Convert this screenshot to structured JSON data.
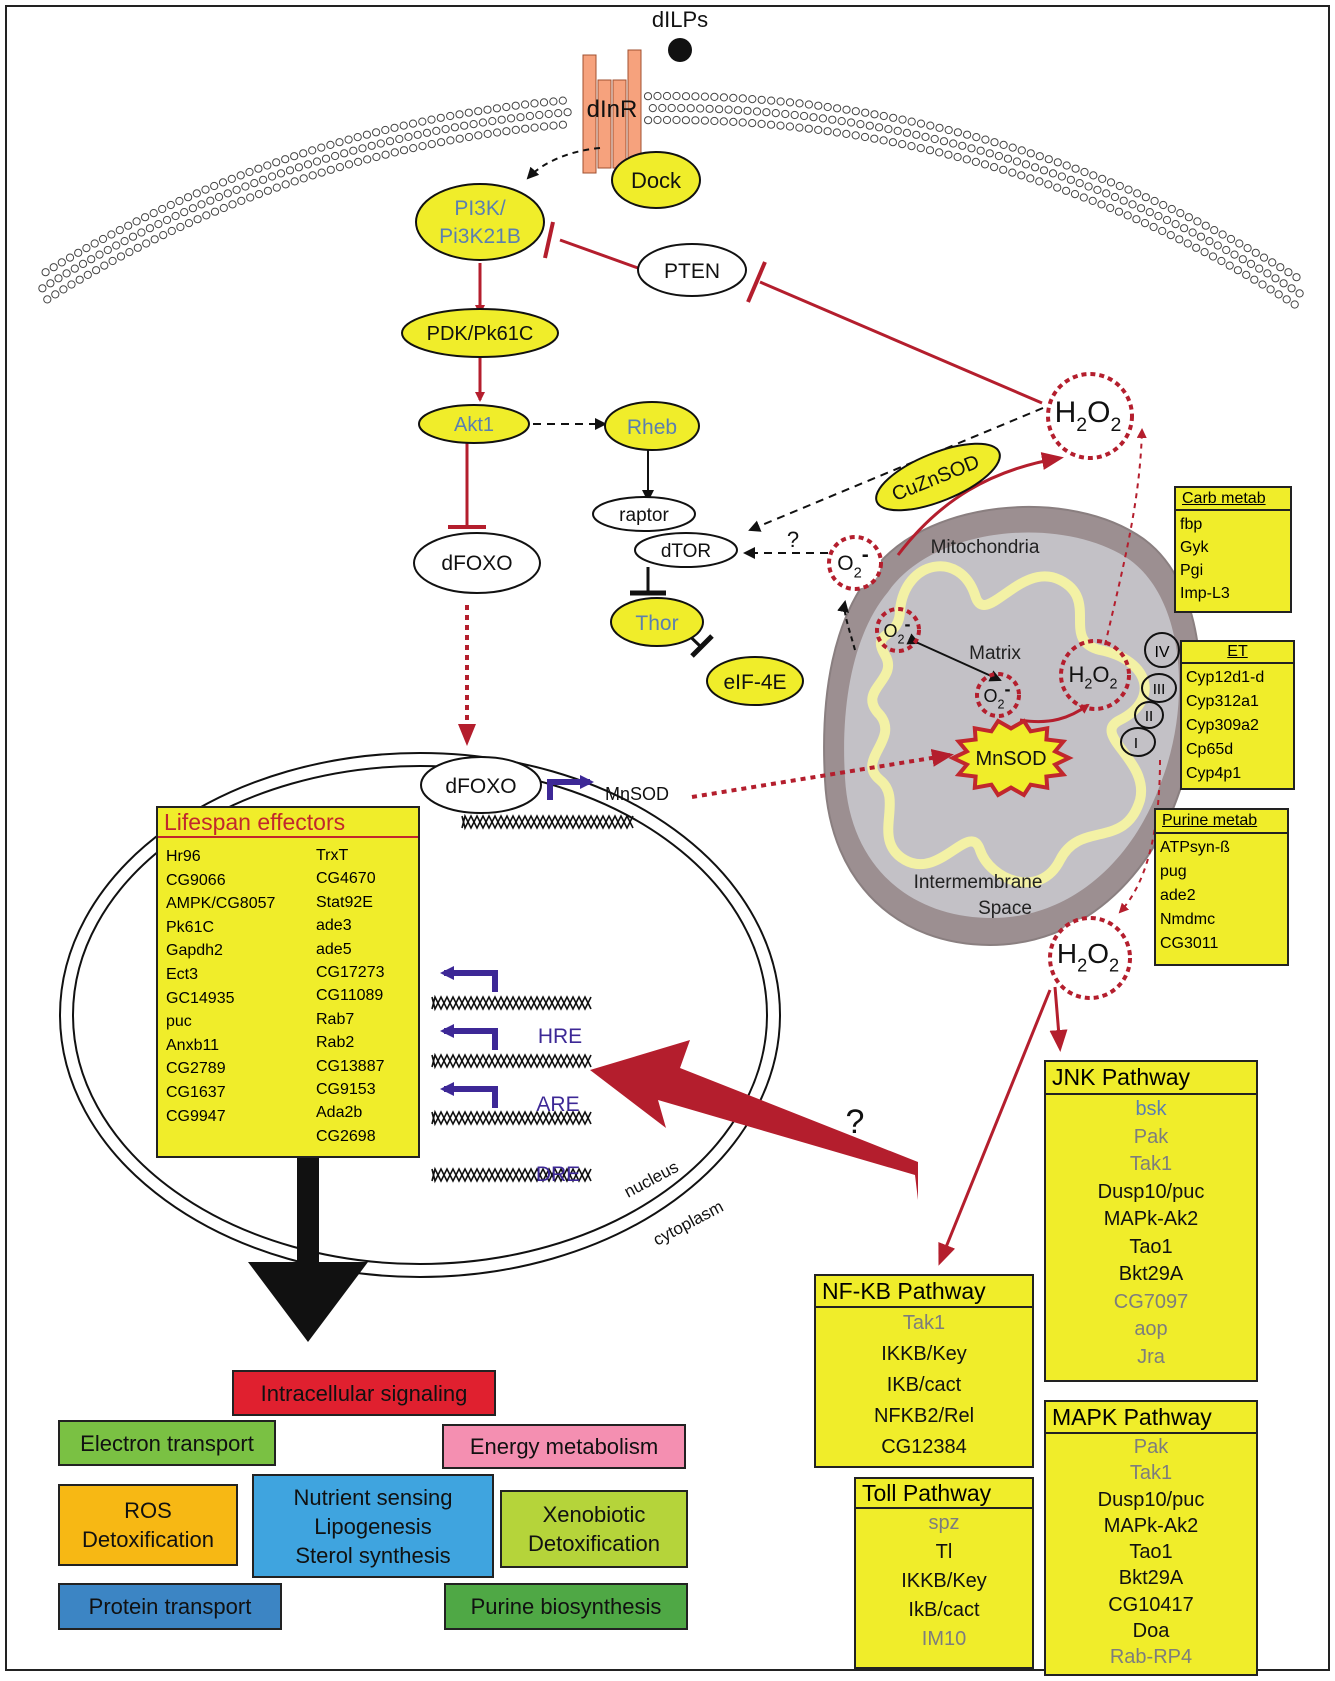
{
  "colors": {
    "yellow": "#f0ed2a",
    "red": "#b41e2d",
    "darkred": "#c1272d",
    "blue_label": "#5b7fb0",
    "gray_label": "#7d7d7d",
    "purple": "#3d2896"
  },
  "labels": {
    "dilps": "dILPs",
    "dinr": "dInR",
    "dock": "Dock",
    "pi3k_1": "PI3K/",
    "pi3k_2": "Pi3K21B",
    "pten": "PTEN",
    "pdk": "PDK/Pk61C",
    "akt1": "Akt1",
    "rheb": "Rheb",
    "raptor": "raptor",
    "dtor": "dTOR",
    "thor": "Thor",
    "eif4e": "eIF-4E",
    "dfoxo": "dFOXO",
    "dfoxo_nuc": "dFOXO",
    "mnsod_target": "MnSOD",
    "question_tor": "?",
    "question_big": "?",
    "h2o2": "H",
    "h2o2_sub": "2",
    "h2o2_o": "O",
    "o2": "O",
    "o2_sub": "2",
    "o2_charge": "-",
    "cuznsod": "CuZnSOD",
    "mitochondria": "Mitochondria",
    "matrix": "Matrix",
    "mnsod": "MnSOD",
    "intermembrane_1": "Intermembrane",
    "intermembrane_2": "Space",
    "complex_iv": "IV",
    "complex_iii": "III",
    "complex_ii": "II",
    "complex_i": "I",
    "hre": "HRE",
    "are": "ARE",
    "dre": "DRE",
    "nucleus": "nucleus",
    "cytoplasm": "cytoplasm"
  },
  "lifespan": {
    "title": "Lifespan effectors",
    "col1": [
      "Hr96",
      "CG9066",
      "AMPK/CG8057",
      "Pk61C",
      "Gapdh2",
      "Ect3",
      "GC14935",
      "puc",
      "Anxb11",
      "CG2789",
      "CG1637",
      "CG9947"
    ],
    "col2": [
      "TrxT",
      "CG4670",
      "Stat92E",
      "ade3",
      "ade5",
      "CG17273",
      "CG11089",
      "Rab7",
      "Rab2",
      "CG13887",
      "CG9153",
      "Ada2b",
      "CG2698"
    ]
  },
  "carb": {
    "title": "Carb metab",
    "items": [
      "fbp",
      "Gyk",
      "Pgi",
      "Imp-L3"
    ]
  },
  "et": {
    "title": "ET",
    "items": [
      "Cyp12d1-d",
      "Cyp312a1",
      "Cyp309a2",
      "Cp65d",
      "Cyp4p1"
    ]
  },
  "purine": {
    "title": "Purine metab",
    "items": [
      "ATPsyn-ß",
      "pug",
      "ade2",
      "Nmdmc",
      "CG3011"
    ]
  },
  "jnk": {
    "title": "JNK Pathway",
    "items": [
      {
        "t": "bsk",
        "c": "blue"
      },
      {
        "t": "Pak",
        "c": "gray"
      },
      {
        "t": "Tak1",
        "c": "gray"
      },
      {
        "t": "Dusp10/puc",
        "c": "black"
      },
      {
        "t": "MAPk-Ak2",
        "c": "black"
      },
      {
        "t": "Tao1",
        "c": "black"
      },
      {
        "t": "Bkt29A",
        "c": "black"
      },
      {
        "t": "CG7097",
        "c": "gray"
      },
      {
        "t": "aop",
        "c": "gray"
      },
      {
        "t": "Jra",
        "c": "gray"
      }
    ]
  },
  "nfkb": {
    "title": "NF-KB Pathway",
    "items": [
      {
        "t": "Tak1",
        "c": "gray"
      },
      {
        "t": "IKKB/Key",
        "c": "black"
      },
      {
        "t": "IKB/cact",
        "c": "black"
      },
      {
        "t": "NFKB2/Rel",
        "c": "black"
      },
      {
        "t": "CG12384",
        "c": "black"
      }
    ]
  },
  "toll": {
    "title": "Toll Pathway",
    "items": [
      {
        "t": "spz",
        "c": "gray"
      },
      {
        "t": "Tl",
        "c": "black"
      },
      {
        "t": "IKKB/Key",
        "c": "black"
      },
      {
        "t": "IkB/cact",
        "c": "black"
      },
      {
        "t": "IM10",
        "c": "gray"
      }
    ]
  },
  "mapk": {
    "title": "MAPK Pathway",
    "items": [
      {
        "t": "Pak",
        "c": "gray"
      },
      {
        "t": "Tak1",
        "c": "gray"
      },
      {
        "t": "Dusp10/puc",
        "c": "black"
      },
      {
        "t": "MAPk-Ak2",
        "c": "black"
      },
      {
        "t": "Tao1",
        "c": "black"
      },
      {
        "t": "Bkt29A",
        "c": "black"
      },
      {
        "t": "CG10417",
        "c": "black"
      },
      {
        "t": "Doa",
        "c": "black"
      },
      {
        "t": "Rab-RP4",
        "c": "gray"
      }
    ]
  },
  "legend": {
    "intracellular": {
      "label": "Intracellular signaling",
      "color": "#e0202f"
    },
    "electron": {
      "label": "Electron transport",
      "color": "#7ac143"
    },
    "energy": {
      "label": "Energy metabolism",
      "color": "#f48fb1"
    },
    "ros": {
      "label": "ROS\nDetoxification",
      "color": "#f7b814"
    },
    "nutrient": {
      "label": "Nutrient sensing\nLipogenesis\nSterol synthesis",
      "color": "#3fa4df"
    },
    "xenobiotic": {
      "label": "Xenobiotic\nDetoxification",
      "color": "#b5d43a"
    },
    "protein": {
      "label": "Protein transport",
      "color": "#3c85c4"
    },
    "purine_bio": {
      "label": "Purine biosynthesis",
      "color": "#4fa845"
    }
  }
}
